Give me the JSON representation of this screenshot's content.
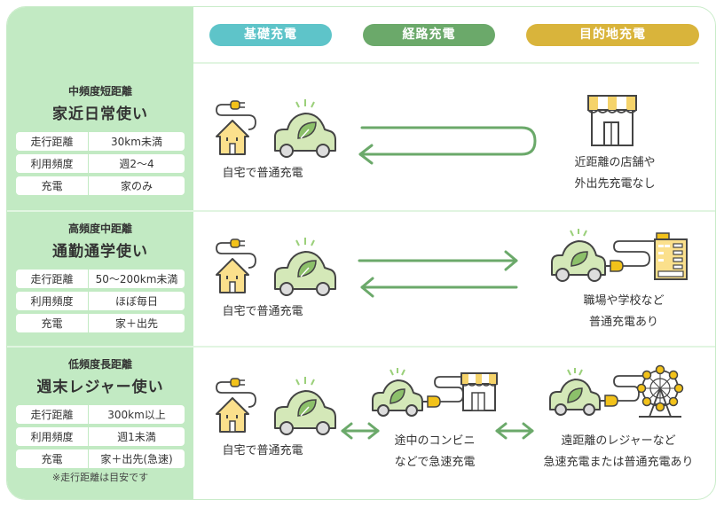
{
  "columns": [
    {
      "label": "基礎充電",
      "color": "#5ec4c9"
    },
    {
      "label": "経路充電",
      "color": "#6ba96a"
    },
    {
      "label": "目的地充電",
      "color": "#d9b43b"
    }
  ],
  "colors": {
    "sidebar_bg": "#c2eac3",
    "arrow": "#6ba96a",
    "car_fill": "#d4e8b8",
    "house_fill": "#fbe08c",
    "plug": "#f2c21a"
  },
  "rows": [
    {
      "subtitle": "中頻度短距離",
      "title": "家近日常使い",
      "specs": [
        {
          "key": "走行距離",
          "value": "30km未満"
        },
        {
          "key": "利用頻度",
          "value": "週2〜4"
        },
        {
          "key": "充電",
          "value": "家のみ"
        }
      ],
      "home_caption": "自宅で普通充電",
      "route_caption": [],
      "dest_caption": [
        "近距離の店舗や",
        "外出先充電なし"
      ],
      "dest_icon": "shop-icon",
      "arrow": "u-turn-return"
    },
    {
      "subtitle": "高頻度中距離",
      "title": "通勤通学使い",
      "specs": [
        {
          "key": "走行距離",
          "value": "50〜200km未満"
        },
        {
          "key": "利用頻度",
          "value": "ほぼ毎日"
        },
        {
          "key": "充電",
          "value": "家＋出先"
        }
      ],
      "home_caption": "自宅で普通充電",
      "route_caption": [],
      "dest_caption": [
        "職場や学校など",
        "普通充電あり"
      ],
      "dest_icon": "office-building-icon",
      "arrow": "two-way-parallel"
    },
    {
      "subtitle": "低頻度長距離",
      "title": "週末レジャー使い",
      "specs": [
        {
          "key": "走行距離",
          "value": "300km以上"
        },
        {
          "key": "利用頻度",
          "value": "週1未満"
        },
        {
          "key": "充電",
          "value": "家＋出先(急速)"
        }
      ],
      "home_caption": "自宅で普通充電",
      "route_caption": [
        "途中のコンビニ",
        "などで急速充電"
      ],
      "dest_caption": [
        "遠距離のレジャーなど",
        "急速充電または普通充電あり"
      ],
      "dest_icon": "ferris-wheel-icon",
      "arrow": "double-headed"
    }
  ],
  "footnote": "※走行距離は目安です"
}
